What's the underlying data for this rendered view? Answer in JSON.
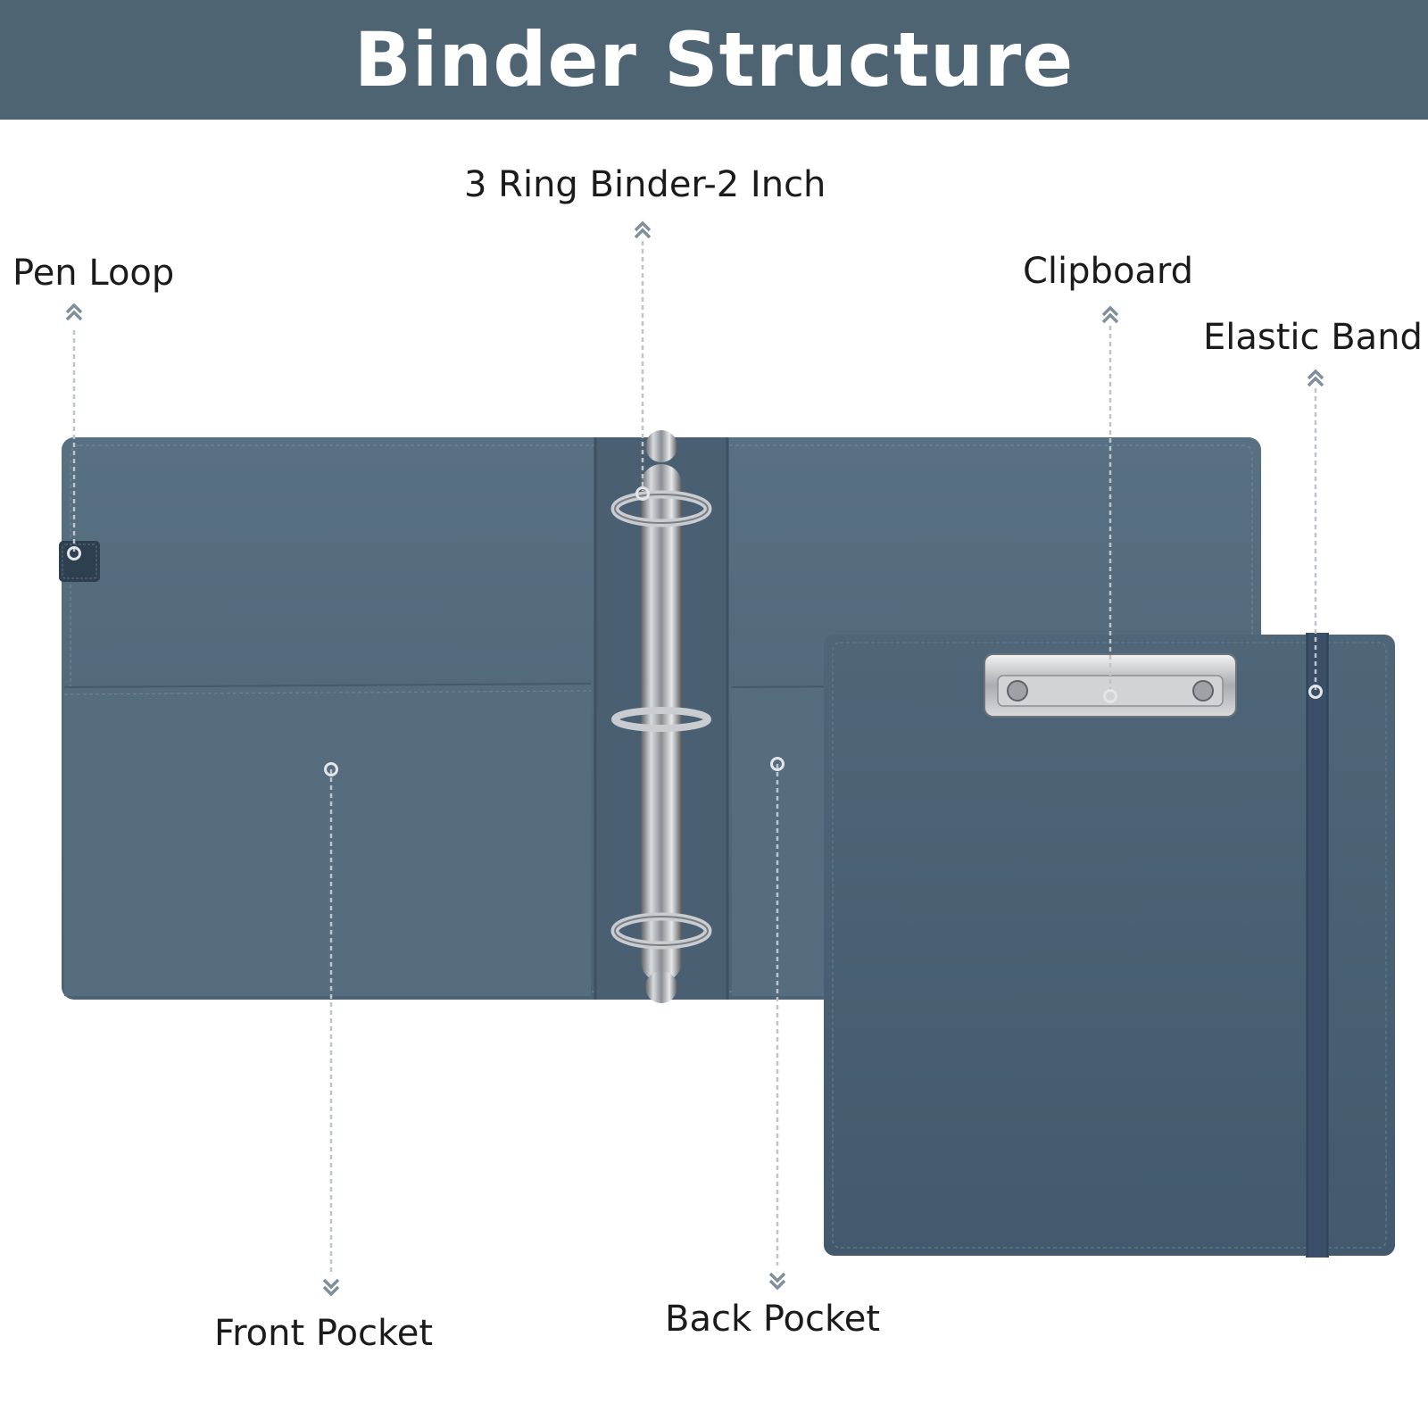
{
  "title": "Binder Structure",
  "labels": {
    "ring_binder": "3 Ring Binder-2 Inch",
    "pen_loop": "Pen Loop",
    "clipboard": "Clipboard",
    "elastic_band": "Elastic Band",
    "front_pocket": "Front Pocket",
    "back_pocket": "Back Pocket"
  },
  "colors": {
    "banner": "#4e6473",
    "binder_cover": "#53697b",
    "clipboard_cover": "#4a5e72",
    "leader_line": "#b9bec4",
    "arrow": "#7f8f9b"
  }
}
